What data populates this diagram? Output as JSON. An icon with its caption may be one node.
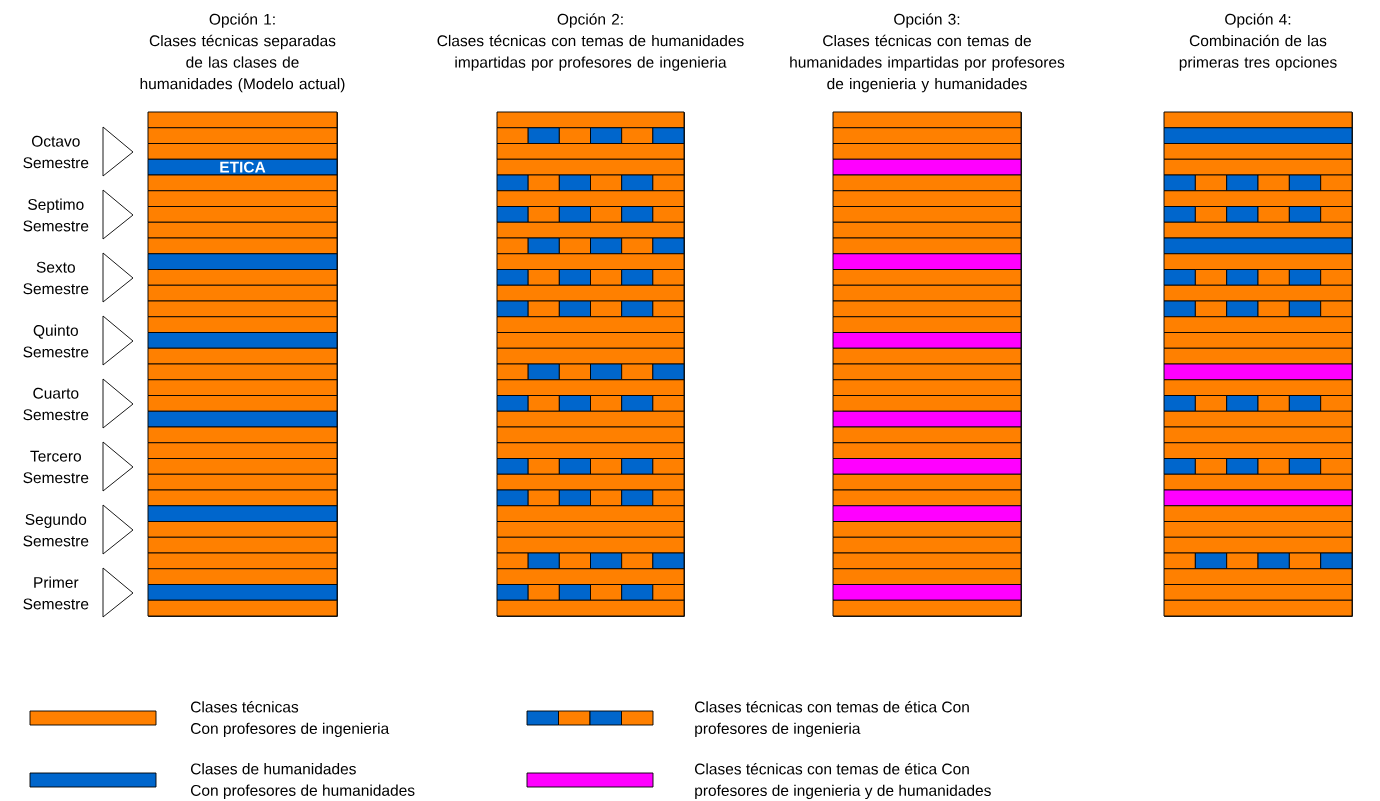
{
  "diagram": {
    "nodes": [
      {
        "text": [
          "Opción 1:",
          "Clases técnicas separadas de las clases de humanidades (Modelo actual)"
        ]
      },
      {
        "text": [
          "Opción 2:",
          "Clases técnicas con temas de humanidades impartidas por profesores de ingenieria"
        ]
      },
      {
        "text": [
          "Opción 3:",
          "Clases técnicas con temas de humanidades impartidas por profesores de ingenieria y humanidades"
        ]
      },
      {
        "text": [
          "Opción 4:",
          "Combinación de las primeras tres opciones"
        ]
      }
    ],
    "labels": [
      "Octavo Semestre",
      "ETICA",
      "Septimo Semestre",
      "Sexto Semestre",
      "Quinto Semestre",
      "Cuarto Semestre",
      "Tercero Semestre",
      "Segundo Semestre",
      "Primer Semestre"
    ],
    "legend": [
      {
        "text": "Clases técnicas Con profesores de ingenieria",
        "color": "#ff8000"
      },
      {
        "text": "Clases técnicas con temas de ética Con profesores de ingenieria"
      },
      {
        "text": "Clases de humanidades Con profesores de humanidades",
        "color": "#0066cc"
      },
      {
        "text": "Clases técnicas con temas de ética Con profesores de ingenieria y de humanidades",
        "color": "#ff00ff"
      }
    ]
  }
}
